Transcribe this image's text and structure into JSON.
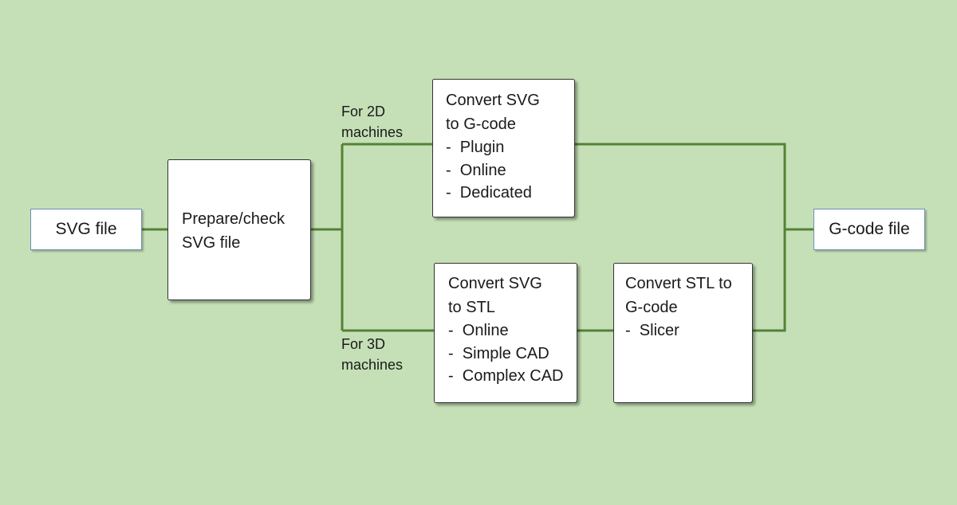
{
  "nodes": {
    "svg_file": "SVG file",
    "prepare": [
      "Prepare/check",
      "SVG file"
    ],
    "convert_gcode": {
      "title": [
        "Convert SVG",
        "to G-code"
      ],
      "items": [
        "Plugin",
        "Online",
        "Dedicated"
      ]
    },
    "convert_stl": {
      "title": [
        "Convert SVG",
        "to STL"
      ],
      "items": [
        "Online",
        "Simple CAD",
        "Complex CAD"
      ]
    },
    "stl_to_gcode": {
      "title": [
        "Convert STL to",
        "G-code"
      ],
      "items": [
        "Slicer"
      ]
    },
    "gcode_file": "G-code file"
  },
  "labels": {
    "two_d": [
      "For 2D",
      "machines"
    ],
    "three_d": [
      "For 3D",
      "machines"
    ]
  },
  "colors": {
    "background": "#c5e0b6",
    "connector": "#548235"
  }
}
